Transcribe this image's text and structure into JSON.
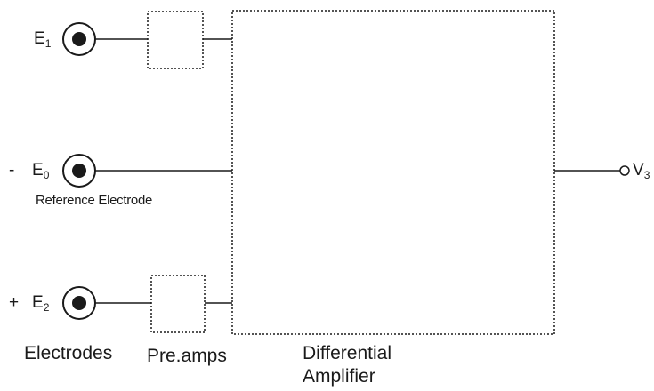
{
  "electrodes": {
    "e1": {
      "sign": "",
      "letter": "E",
      "sub": "1"
    },
    "e0": {
      "sign": "-",
      "letter": "E",
      "sub": "0"
    },
    "e2": {
      "sign": "+",
      "letter": "E",
      "sub": "2"
    }
  },
  "reference_label": "Reference Electrode",
  "output": {
    "letter": "V",
    "sub": "3"
  },
  "captions": {
    "electrodes": "Electrodes",
    "preamps": "Pre.amps",
    "amplifier_line1": "Differential",
    "amplifier_line2": "Amplifier"
  }
}
